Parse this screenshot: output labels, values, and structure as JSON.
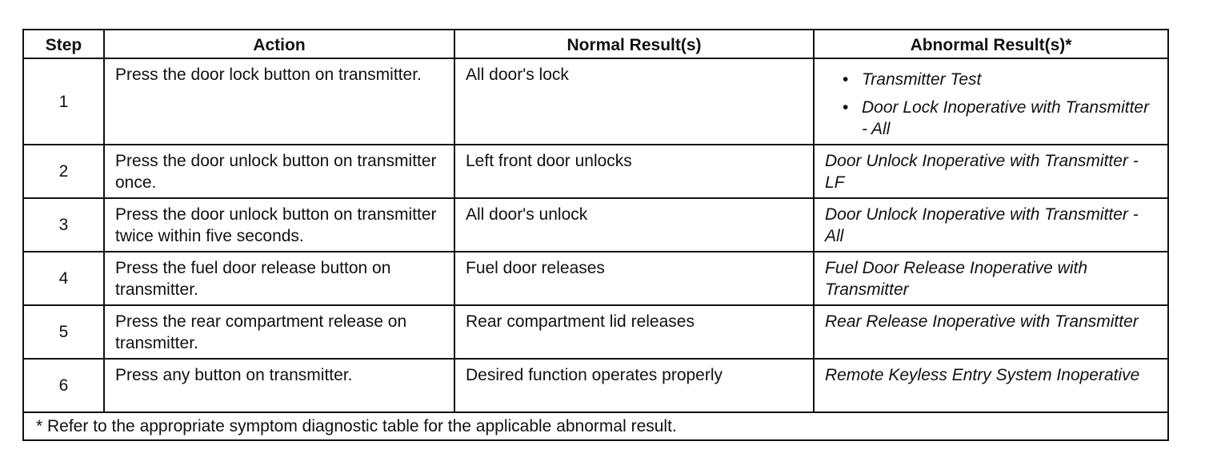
{
  "table": {
    "headers": {
      "step": "Step",
      "action": "Action",
      "normal": "Normal Result(s)",
      "abnormal": "Abnormal Result(s)*"
    },
    "rows": [
      {
        "step": "1",
        "action": "Press the door lock button on transmitter.",
        "normal": "All door's lock",
        "abnormal_list": [
          "Transmitter Test",
          "Door Lock Inoperative with Transmitter - All"
        ]
      },
      {
        "step": "2",
        "action": "Press the door unlock button on transmitter once.",
        "normal": "Left front door unlocks",
        "abnormal": "Door Unlock Inoperative with Transmitter - LF"
      },
      {
        "step": "3",
        "action": "Press the door unlock button on transmitter twice within five seconds.",
        "normal": "All door's unlock",
        "abnormal": "Door Unlock Inoperative with Transmitter - All"
      },
      {
        "step": "4",
        "action": "Press the fuel door release button on transmitter.",
        "normal": "Fuel door releases",
        "abnormal": "Fuel Door Release Inoperative with Transmitter"
      },
      {
        "step": "5",
        "action": "Press the rear compartment release on transmitter.",
        "normal": "Rear compartment lid releases",
        "abnormal": "Rear Release Inoperative with Transmitter"
      },
      {
        "step": "6",
        "action": "Press any button on transmitter.",
        "normal": "Desired function operates properly",
        "abnormal": "Remote Keyless Entry System Inoperative"
      }
    ],
    "footnote": "* Refer to the appropriate symptom diagnostic table for the applicable abnormal result.",
    "bullet_glyph": "•"
  }
}
